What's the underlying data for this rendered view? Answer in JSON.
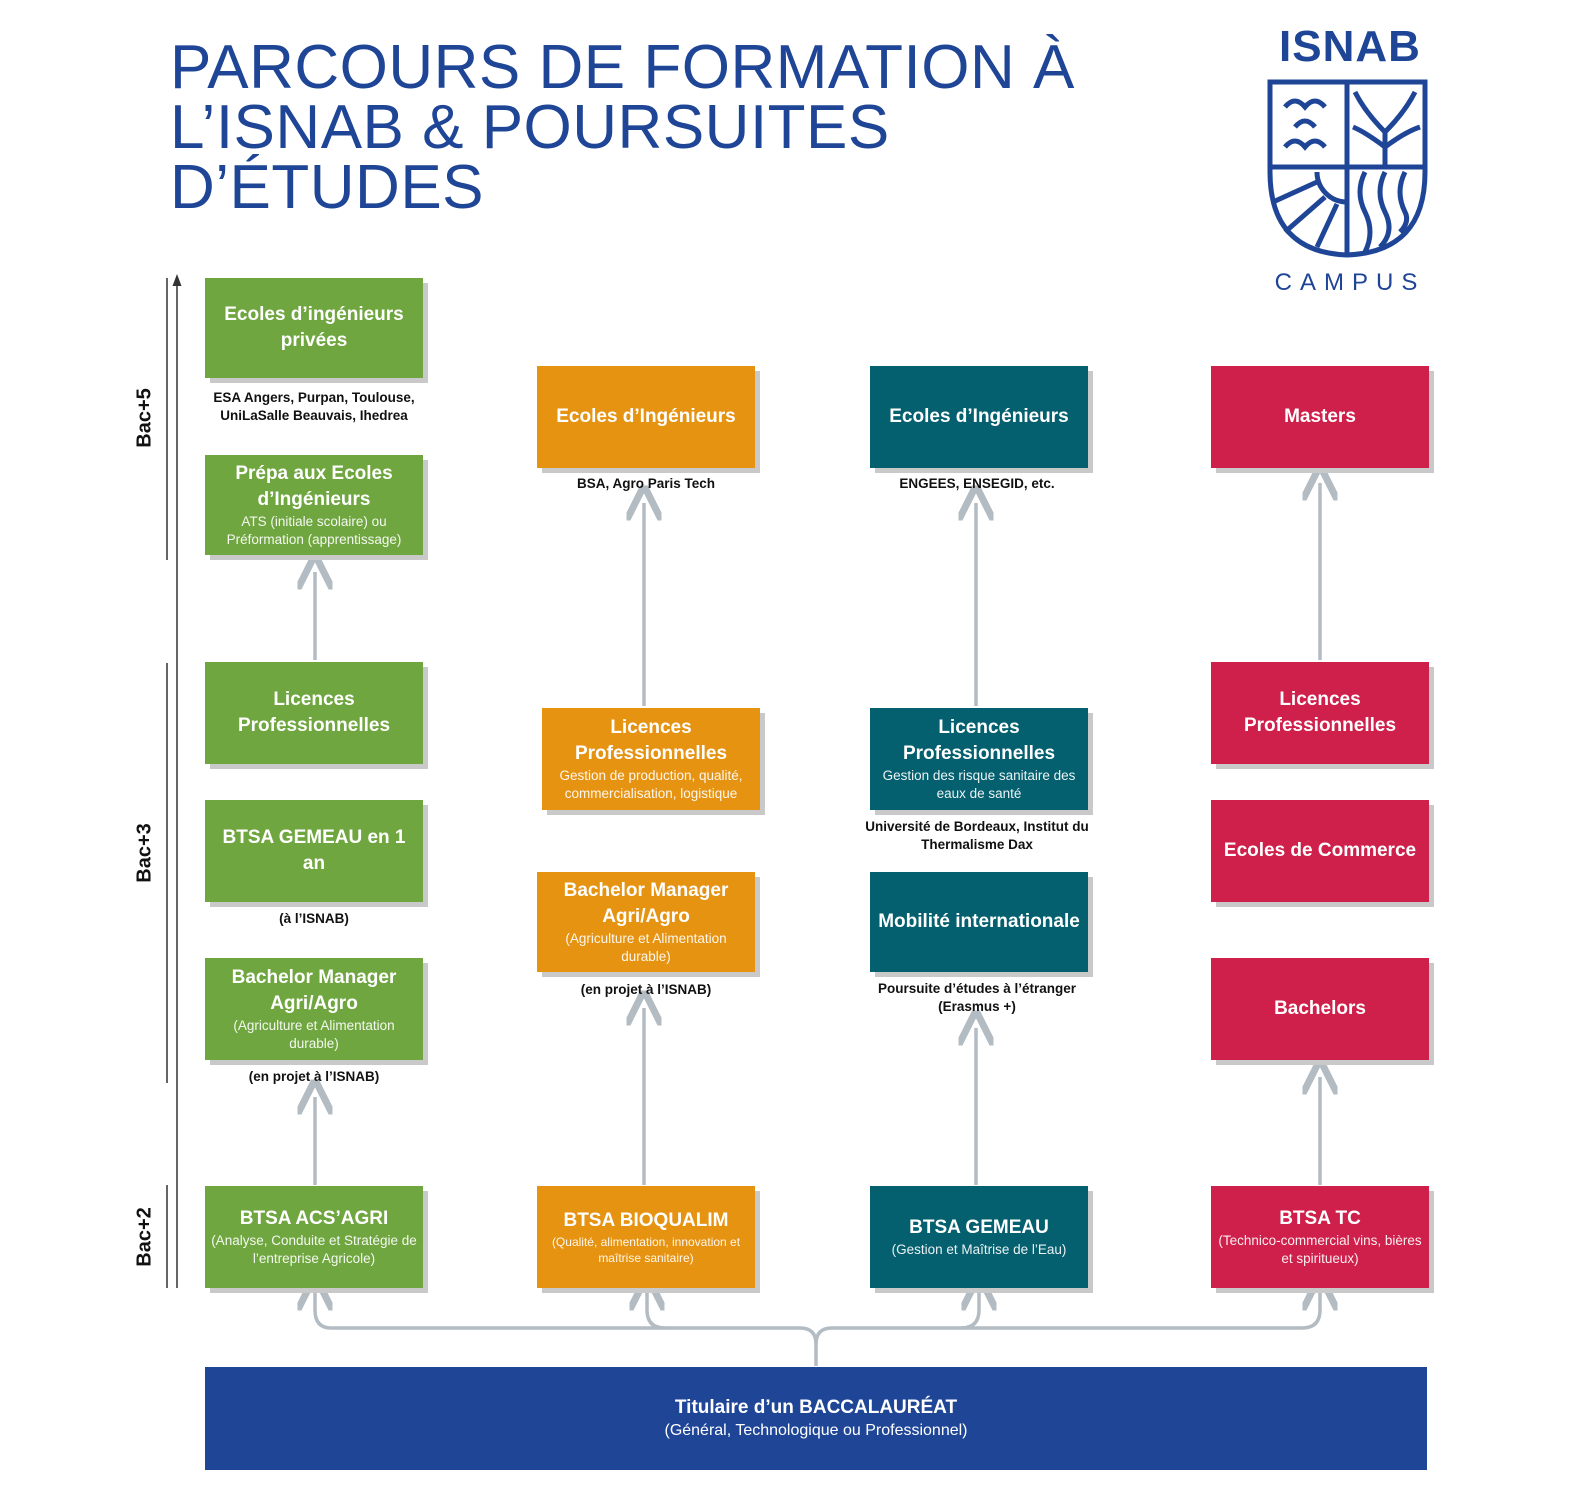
{
  "title": [
    "PARCOURS DE FORMATION À",
    "L’ISNAB & POURSUITES",
    "D’ÉTUDES"
  ],
  "logo": {
    "name": "ISNAB",
    "sub": "CAMPUS"
  },
  "colors": {
    "green": "#6fa63f",
    "orange": "#e69312",
    "teal": "#04606f",
    "red": "#cf1f4b",
    "blue": "#1f4597"
  },
  "axis": [
    "Bac+5",
    "Bac+3",
    "Bac+2"
  ],
  "col1": {
    "ecoles_privees": {
      "title": "Ecoles d’ingénieurs privées",
      "caption": "ESA Angers, Purpan, Toulouse, UniLaSalle Beauvais, Ihedrea"
    },
    "prepa": {
      "title": "Prépa aux Ecoles d’Ingénieurs",
      "sub": "ATS (initiale scolaire) ou Préformation (apprentissage)"
    },
    "licences": {
      "title": "Licences Professionnelles"
    },
    "gemeau1an": {
      "title": "BTSA GEMEAU en 1 an",
      "caption": "(à l’ISNAB)"
    },
    "bachelor": {
      "title": "Bachelor Manager Agri/Agro",
      "sub": "(Agriculture et Alimentation durable)",
      "caption": "(en projet à l’ISNAB)"
    },
    "btsa": {
      "title": "BTSA ACS’AGRI",
      "sub": "(Analyse, Conduite et Stratégie de l’entreprise Agricole)"
    }
  },
  "col2": {
    "ecoles": {
      "title": "Ecoles d’Ingénieurs",
      "caption": "BSA, Agro Paris Tech"
    },
    "licences": {
      "title": "Licences Professionnelles",
      "sub": "Gestion de production, qualité, commercialisation, logistique"
    },
    "bachelor": {
      "title": "Bachelor Manager Agri/Agro",
      "sub": "(Agriculture et Alimentation durable)",
      "caption": "(en projet à l’ISNAB)"
    },
    "btsa": {
      "title": "BTSA BIOQUALIM",
      "sub": "(Qualité, alimentation, innovation et maîtrise sanitaire)"
    }
  },
  "col3": {
    "ecoles": {
      "title": "Ecoles d’Ingénieurs",
      "caption": "ENGEES, ENSEGID, etc."
    },
    "licences": {
      "title": "Licences Professionnelles",
      "sub": "Gestion des risque sanitaire des eaux de santé",
      "caption": "Université de Bordeaux, Institut du Thermalisme Dax"
    },
    "mobilite": {
      "title": "Mobilité internationale",
      "caption": "Poursuite d’études à l’étranger (Erasmus +)"
    },
    "btsa": {
      "title": "BTSA GEMEAU",
      "sub": "(Gestion et Maîtrise de l’Eau)"
    }
  },
  "col4": {
    "masters": {
      "title": "Masters"
    },
    "licences": {
      "title": "Licences Professionnelles"
    },
    "commerce": {
      "title": "Ecoles de Commerce"
    },
    "bachelors": {
      "title": "Bachelors"
    },
    "btsa": {
      "title": "BTSA TC",
      "sub": "(Technico-commercial vins, bières et spiritueux)"
    }
  },
  "bac": {
    "title": "Titulaire d’un BACCALAURÉAT",
    "sub": "(Général, Technologique ou Professionnel)"
  }
}
